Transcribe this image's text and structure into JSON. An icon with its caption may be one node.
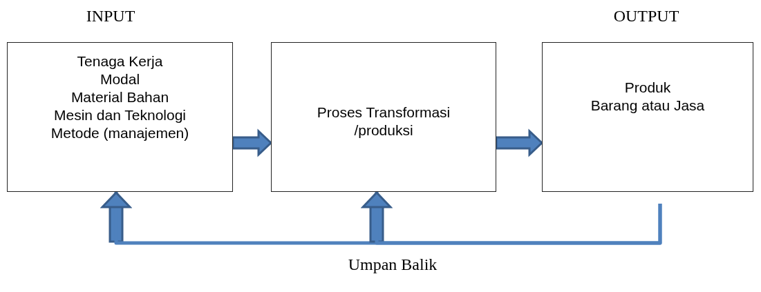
{
  "diagram": {
    "nodes": [
      {
        "text": [
          "Tenaga Kerja",
          "Modal",
          "Material Bahan",
          "Mesin dan Teknologi",
          "Metode (manajemen)"
        ],
        "beside": [
          "INPUT"
        ]
      },
      {
        "text": [
          "Proses Transformasi /produksi"
        ]
      },
      {
        "text": [
          "Produk",
          "Barang atau Jasa"
        ],
        "beside": [
          "OUTPUT"
        ]
      }
    ],
    "edges": [
      {
        "from": 0,
        "to": 1,
        "arrow": "to"
      },
      {
        "from": 1,
        "to": 2,
        "arrow": "to"
      },
      {
        "from": 2,
        "to": 0,
        "arrow": "to"
      },
      {
        "from": 2,
        "to": 1,
        "arrow": "to"
      }
    ],
    "labels": [
      "Umpan Balik"
    ]
  }
}
